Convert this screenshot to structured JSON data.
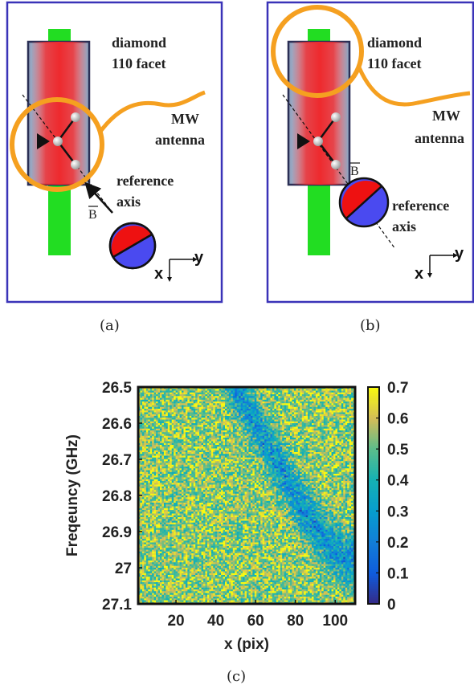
{
  "panel_a": {
    "facet_line1": "diamond",
    "facet_line2": "110 facet",
    "mw_line1": "MW",
    "mw_line2": "antenna",
    "ref_line1": "reference",
    "ref_line2": "axis",
    "b_symbol": "B",
    "axis_x": "x",
    "axis_y": "y",
    "caption": "(a)"
  },
  "panel_b": {
    "facet_line1": "diamond",
    "facet_line2": "110 facet",
    "mw_line1": "MW",
    "mw_line2": "antenna",
    "ref_line1": "reference",
    "ref_line2": "axis",
    "b_symbol": "B",
    "axis_x": "x",
    "axis_y": "y",
    "caption": "(b)"
  },
  "colors": {
    "frame": "#3a33b8",
    "wire": "#22dd22",
    "laser": "#e8282e",
    "antenna": "#f5a020",
    "sphere_red": "#ee1111",
    "sphere_blue": "#4a4af0"
  },
  "chart_data": {
    "type": "heatmap",
    "caption": "(c)",
    "xlabel": "x (pix)",
    "ylabel": "Freqeuncy (GHz)",
    "xlim": [
      1,
      110
    ],
    "ylim": [
      26.5,
      27.1
    ],
    "x_ticks": [
      "20",
      "40",
      "60",
      "80",
      "100"
    ],
    "x_tick_values": [
      20,
      40,
      60,
      80,
      100
    ],
    "y_ticks": [
      "26.5",
      "26.6",
      "26.7",
      "26.8",
      "26.9",
      "27",
      "27.1"
    ],
    "y_tick_values": [
      26.5,
      26.6,
      26.7,
      26.8,
      26.9,
      27.0,
      27.1
    ],
    "colorbar_ticks": [
      "0.7",
      "0.6",
      "0.5",
      "0.4",
      "0.3",
      "0.2",
      "0.1",
      "0"
    ],
    "colorbar_values": [
      0.7,
      0.6,
      0.5,
      0.4,
      0.3,
      0.2,
      0.1,
      0
    ],
    "clim": [
      0,
      0.7
    ],
    "colormap": "parula",
    "background_value": 0.55,
    "dip_feature": {
      "description_points_x_pix": [
        55,
        65,
        75,
        85,
        95,
        105
      ],
      "center_freq_GHz": [
        26.55,
        26.65,
        26.75,
        26.85,
        26.92,
        26.98
      ],
      "min_value": 0.2
    }
  }
}
